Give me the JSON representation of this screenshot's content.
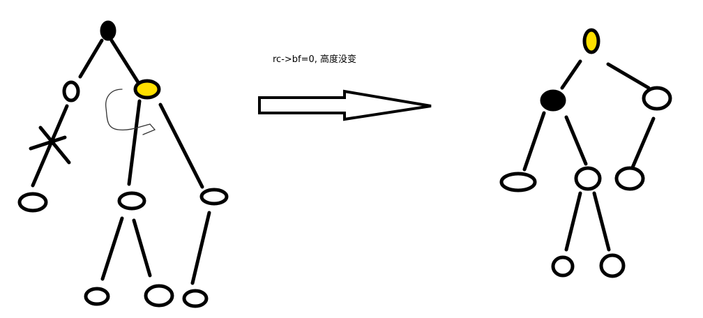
{
  "caption": "rc->bf=0, 高度没变",
  "colors": {
    "stroke": "#000000",
    "highlight": "#ffe000",
    "pivot": "#000000",
    "background": "#ffffff"
  },
  "diagram": {
    "before_tree": {
      "root_node": "filled-black",
      "right_child": "filled-yellow",
      "marks": [
        "cut-edge-x",
        "rotation-arrow"
      ]
    },
    "arrow": "transform-right",
    "after_tree": {
      "root_node": "filled-yellow",
      "left_child": "filled-black"
    }
  }
}
